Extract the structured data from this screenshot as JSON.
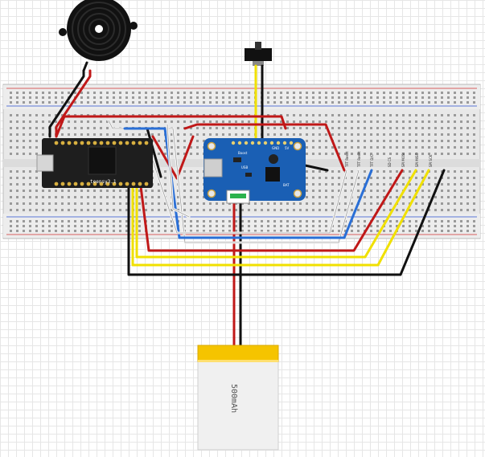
{
  "teensy": {
    "label": "teensy3.1"
  },
  "booster": {
    "label_boost": "Boost",
    "label_usb": "USB",
    "label_gnd": "GND",
    "label_5v": "5V",
    "label_bat": "BAT"
  },
  "battery": {
    "label": "500mAh"
  },
  "pin_labels": [
    "TFT Reset",
    "TFT Reset",
    "TFT D/C",
    "SD CS",
    "SPI MOSI",
    "SPI MISO",
    "SPI SCK"
  ],
  "colors": {
    "wire_red": "#c01818",
    "wire_black": "#111111",
    "wire_yellow": "#f0e000",
    "wire_blue": "#2a6fd6",
    "wire_white": "#f4f4f4",
    "breadboard": "#e8e8e8",
    "booster_pcb": "#1a5fb4",
    "teensy_pcb": "#1e1e1e",
    "battery_body": "#f0f0f0",
    "battery_top": "#f5c400"
  }
}
